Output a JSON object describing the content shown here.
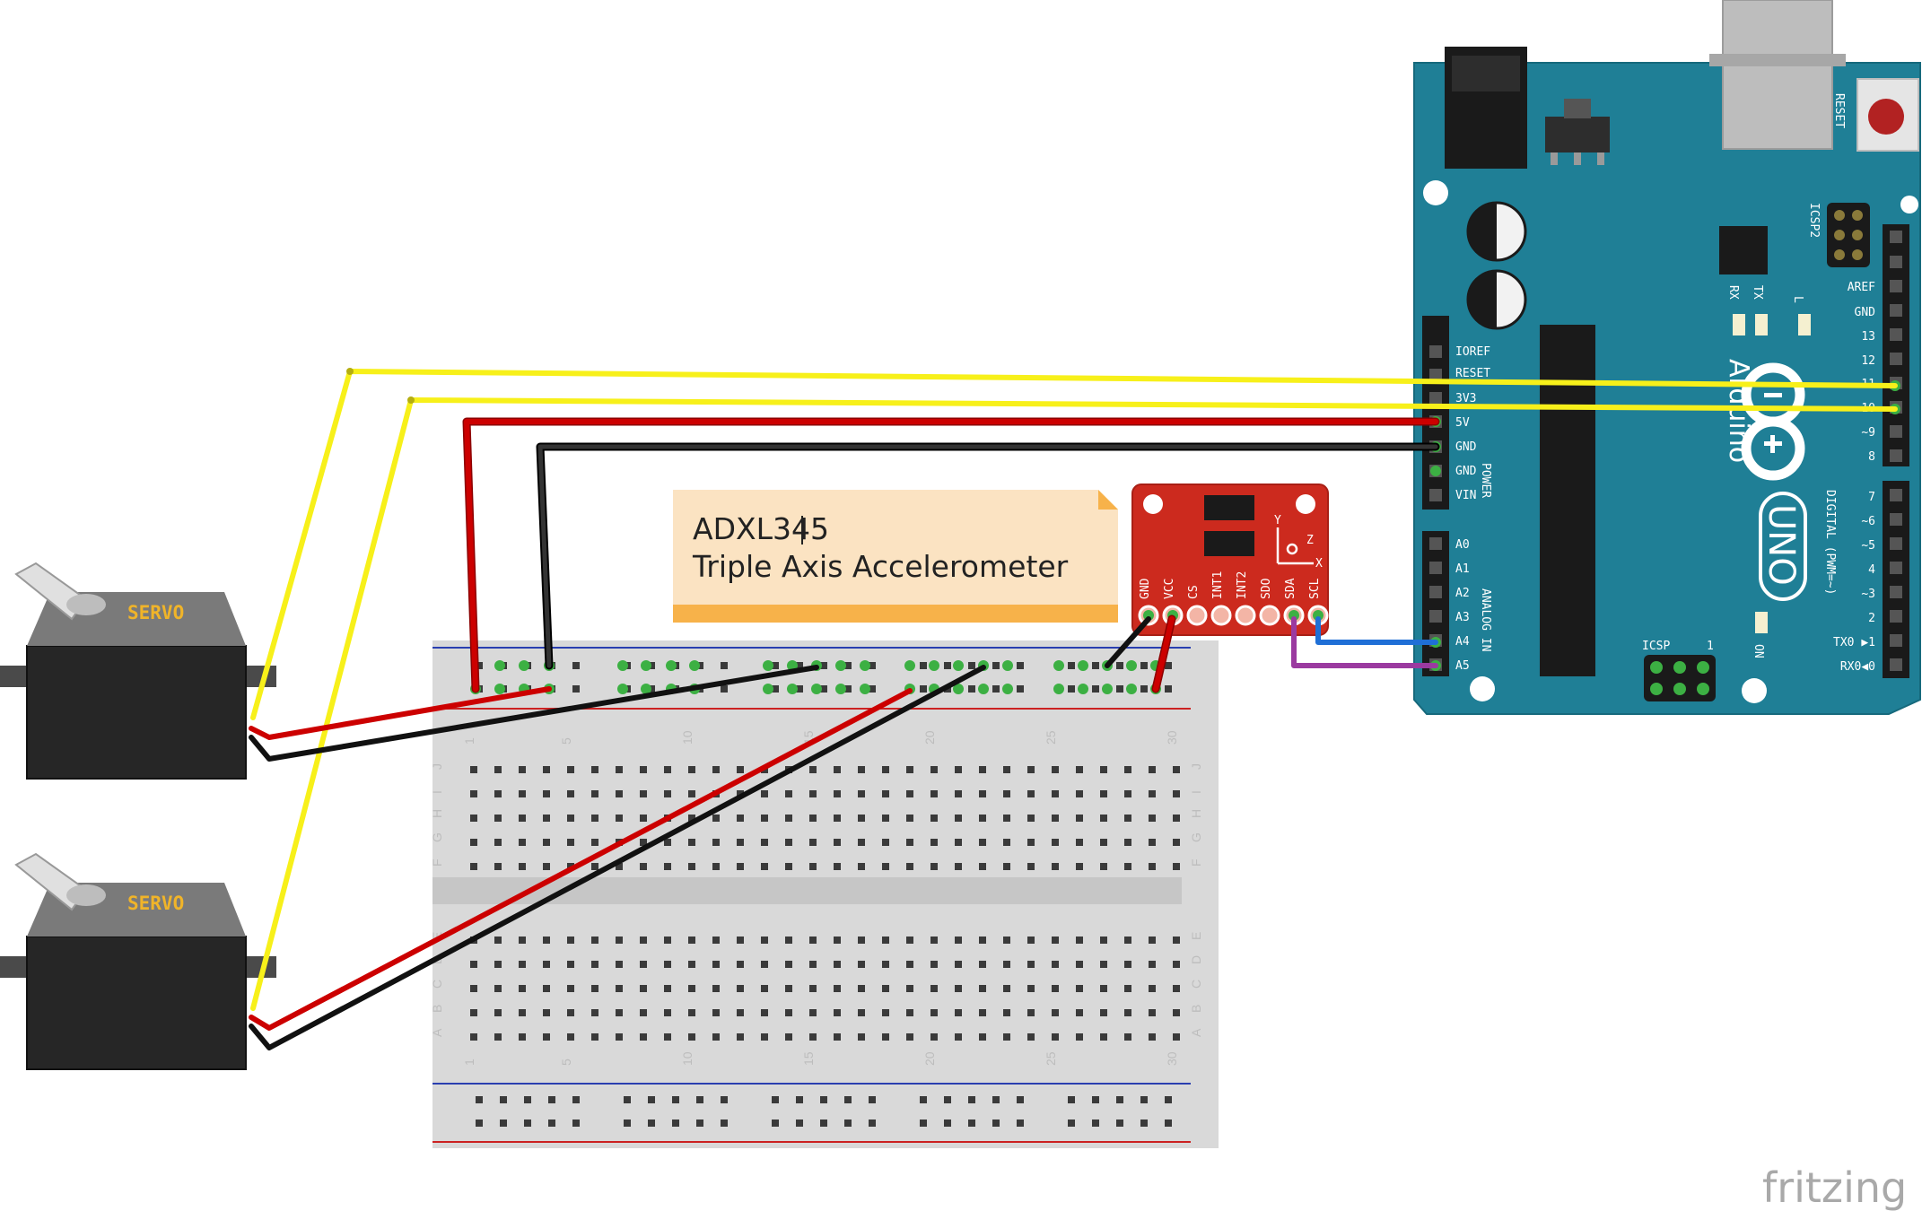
{
  "note": {
    "line1": "ADXL345",
    "line2": "Triple Axis Accelerometer"
  },
  "servos": [
    {
      "label": "SERVO"
    },
    {
      "label": "SERVO"
    }
  ],
  "sensor": {
    "pins": [
      "GND",
      "VCC",
      "CS",
      "INT1",
      "INT2",
      "SDO",
      "SDA",
      "SCL"
    ],
    "axis_y": "Y",
    "axis_z": "Z",
    "axis_x": "X"
  },
  "arduino": {
    "reset_label": "RESET",
    "icsp2_label": "ICSP2",
    "icsp_label": "ICSP",
    "icsp_one": "1",
    "rx_label": "RX",
    "tx_label": "TX",
    "l_label": "L",
    "on_label": "ON",
    "brand": "Arduino",
    "model": "UNO",
    "power_header": [
      "IOREF",
      "RESET",
      "3V3",
      "5V",
      "GND",
      "GND",
      "VIN"
    ],
    "power_section": "POWER",
    "analog_header": [
      "A0",
      "A1",
      "A2",
      "A3",
      "A4",
      "A5"
    ],
    "analog_section": "ANALOG IN",
    "digital_top": [
      "AREF",
      "GND",
      "13",
      "12",
      "~11",
      "~10",
      "~9",
      "8"
    ],
    "digital_bottom": [
      "7",
      "~6",
      "~5",
      "4",
      "~3",
      "2",
      "TX0 ▶1",
      "RX0◀0"
    ],
    "digital_section": "DIGITAL (PWM=~)"
  },
  "breadboard": {
    "row_letters_top": [
      "J",
      "I",
      "H",
      "G",
      "F"
    ],
    "row_letters_bottom": [
      "E",
      "D",
      "C",
      "B",
      "A"
    ],
    "column_numbers": [
      "1",
      "5",
      "10",
      "15",
      "20",
      "25",
      "30"
    ]
  },
  "footer": {
    "brand": "fritzing"
  },
  "colors": {
    "board": "#1f7f96",
    "sensor": "#cc2a1e",
    "note": "#fbe3c2",
    "wire_yellow": "#f7f01a",
    "wire_red": "#cc0000",
    "wire_black": "#1a1a1a",
    "wire_blue": "#1f6fd6",
    "wire_purple": "#9b3aa0"
  }
}
